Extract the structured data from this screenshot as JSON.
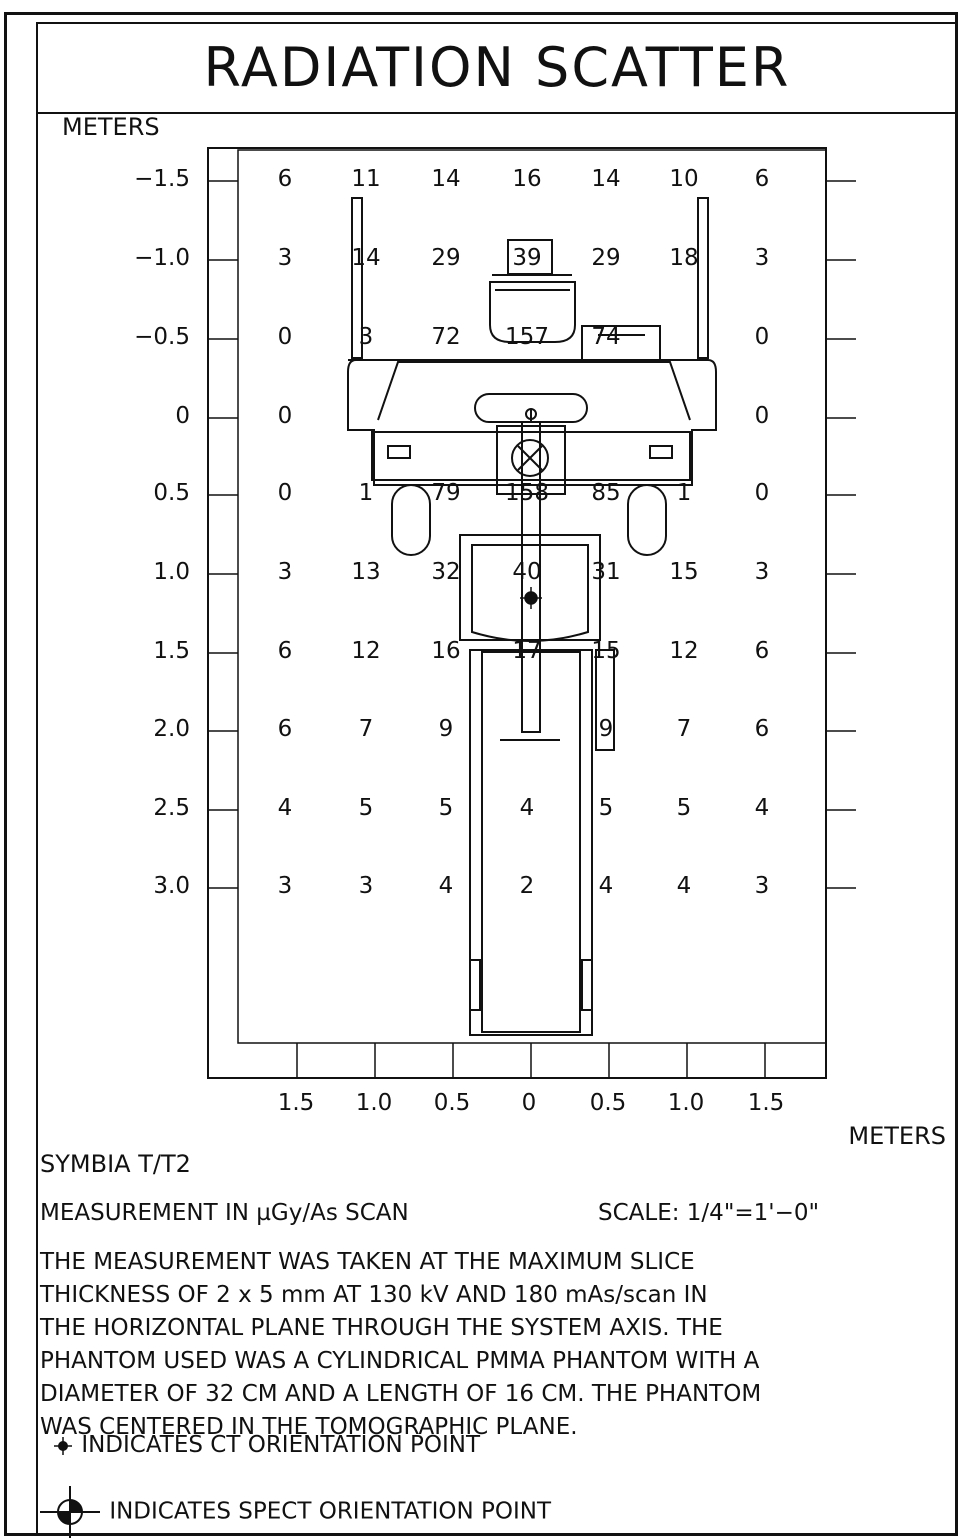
{
  "title": "RADIATION SCATTER",
  "units_top": "METERS",
  "units_right": "METERS",
  "y_labels": [
    "−1.5",
    "−1.0",
    "−0.5",
    "0",
    "0.5",
    "1.0",
    "1.5",
    "2.0",
    "2.5",
    "3.0"
  ],
  "x_labels": [
    "1.5",
    "1.0",
    "0.5",
    "0",
    "0.5",
    "1.0",
    "1.5"
  ],
  "grid_values": [
    [
      "6",
      "11",
      "14",
      "16",
      "14",
      "10",
      "6"
    ],
    [
      "3",
      "14",
      "29",
      "39",
      "29",
      "18",
      "3"
    ],
    [
      "0",
      "3",
      "72",
      "157",
      "74",
      "",
      "0"
    ],
    [
      "0",
      "",
      "",
      "",
      "",
      "",
      "0"
    ],
    [
      "0",
      "1",
      "79",
      "158",
      "85",
      "1",
      "0"
    ],
    [
      "3",
      "13",
      "32",
      "40",
      "31",
      "15",
      "3"
    ],
    [
      "6",
      "12",
      "16",
      "17",
      "15",
      "12",
      "6"
    ],
    [
      "6",
      "7",
      "9",
      "",
      "9",
      "7",
      "6"
    ],
    [
      "4",
      "5",
      "5",
      "4",
      "5",
      "5",
      "4"
    ],
    [
      "3",
      "3",
      "4",
      "2",
      "4",
      "4",
      "3"
    ]
  ],
  "model": "SYMBIA T/T2",
  "measurement": "MEASUREMENT IN µGy/As SCAN",
  "scale": "SCALE: 1/4\"=1'−0\"",
  "description_lines": [
    "THE MEASUREMENT WAS TAKEN AT THE MAXIMUM SLICE",
    "THICKNESS OF 2 x 5 mm AT 130 kV AND 180 mAs/scan IN",
    "THE HORIZONTAL PLANE THROUGH THE SYSTEM AXIS. THE",
    "PHANTOM USED WAS A CYLINDRICAL PMMA PHANTOM WITH A",
    "DIAMETER OF 32 CM AND A LENGTH OF 16 CM. THE PHANTOM",
    "WAS CENTERED IN THE TOMOGRAPHIC PLANE."
  ],
  "legend_ct": "INDICATES CT ORIENTATION POINT",
  "legend_spect": "INDICATES SPECT ORIENTATION POINT",
  "icons": {
    "ct": "ct-orientation-icon",
    "spect": "spect-orientation-icon"
  }
}
